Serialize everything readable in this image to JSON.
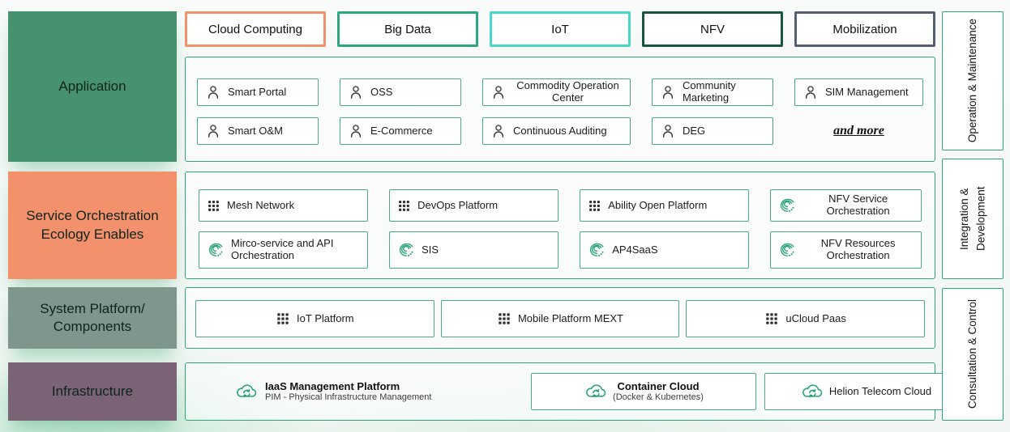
{
  "left_rows": [
    {
      "label": "Application",
      "color": "#47926e"
    },
    {
      "label": "Service Orchestration Ecology Enables",
      "color": "#f2916c"
    },
    {
      "label": "System Platform/ Components",
      "color": "#7e968c"
    },
    {
      "label": "Infrastructure",
      "color": "#7a6277"
    }
  ],
  "tabs": [
    {
      "label": "Cloud Computing",
      "color": "#f0916b"
    },
    {
      "label": "Big Data",
      "color": "#2ba97c"
    },
    {
      "label": "IoT",
      "color": "#49d8c8"
    },
    {
      "label": "NFV",
      "color": "#17553c"
    },
    {
      "label": "Mobilization",
      "color": "#565f72"
    }
  ],
  "side_panels": [
    {
      "label": "Operation & Maintenance"
    },
    {
      "label": "Integration & Development"
    },
    {
      "label": "Consultation & Control"
    }
  ],
  "application": {
    "row1": [
      {
        "label": "Smart Portal"
      },
      {
        "label": "OSS"
      },
      {
        "label": "Commodity Operation Center"
      },
      {
        "label": "Community Marketing"
      },
      {
        "label": "SIM Management"
      }
    ],
    "row2": [
      {
        "label": "Smart O&M"
      },
      {
        "label": "E-Commerce"
      },
      {
        "label": "Continuous Auditing"
      },
      {
        "label": "DEG"
      }
    ],
    "more": "and more"
  },
  "service": {
    "row1": [
      {
        "label": "Mesh Network",
        "icon": "grid"
      },
      {
        "label": "DevOps Platform",
        "icon": "grid"
      },
      {
        "label": "Ability Open Platform",
        "icon": "grid"
      },
      {
        "label": "NFV Service Orchestration",
        "icon": "orchestration"
      }
    ],
    "row2": [
      {
        "label": "Mirco-service and API Orchestration",
        "icon": "orchestration"
      },
      {
        "label": "SIS",
        "icon": "orchestration"
      },
      {
        "label": "AP4SaaS",
        "icon": "orchestration"
      },
      {
        "label": "NFV Resources Orchestration",
        "icon": "orchestration"
      }
    ]
  },
  "system": {
    "items": [
      {
        "label": "IoT Platform"
      },
      {
        "label": "Mobile Platform MEXT"
      },
      {
        "label": "uCloud Paas"
      }
    ]
  },
  "infrastructure": {
    "items": [
      {
        "label": "IaaS Management Platform",
        "sublabel": "PIM - Physical Infrastructure Management"
      },
      {
        "label": "Container Cloud",
        "sublabel": "(Docker & Kubernetes)"
      },
      {
        "label": "Helion Telecom Cloud"
      }
    ]
  },
  "theme": {
    "container_border": "#2da67c",
    "item_border": "#46ab86",
    "icon_green": "#27a374",
    "icon_dark": "#2e2e2e"
  }
}
